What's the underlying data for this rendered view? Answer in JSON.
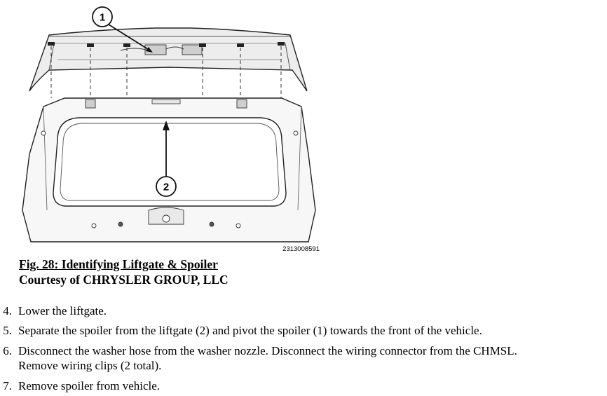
{
  "figure": {
    "image_id": "2313008591",
    "callouts": [
      "1",
      "2"
    ]
  },
  "caption": {
    "title": "Fig. 28: Identifying Liftgate & Spoiler",
    "credit": "Courtesy of CHRYSLER GROUP, LLC"
  },
  "steps": [
    {
      "num": "4.",
      "text": "Lower the liftgate."
    },
    {
      "num": "5.",
      "text": "Separate the spoiler from the liftgate (2) and pivot the spoiler (1) towards the front of the vehicle."
    },
    {
      "num": "6.",
      "text": "Disconnect the washer hose from the washer nozzle. Disconnect the wiring connector from the CHMSL.",
      "text2": "Remove wiring clips (2 total)."
    },
    {
      "num": "7.",
      "text": "Remove spoiler from vehicle."
    }
  ]
}
